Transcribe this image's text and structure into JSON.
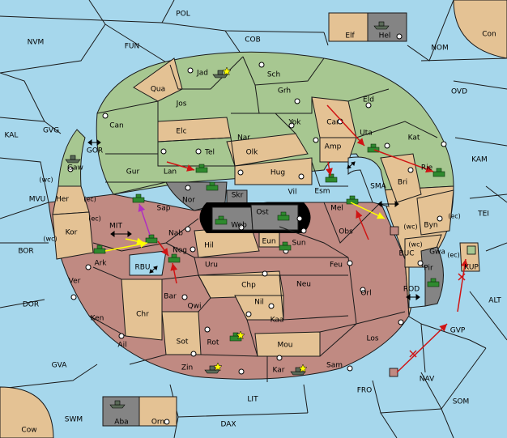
{
  "colors": {
    "sea": "#a6d7ec",
    "green": "#a7c791",
    "tan": "#e4c294",
    "rose": "#c08a82",
    "grey": "#848484",
    "arrow_red": "#d01414",
    "arrow_yellow": "#ffff00",
    "arrow_magenta": "#b030c0"
  },
  "regions": {
    "pol": "POL",
    "nvm": "NVM",
    "fun": "FUN",
    "cob": "COB",
    "nom": "NOM",
    "con": "Con",
    "elf": "Elf",
    "hel": "Hel",
    "ovd": "OVD",
    "kal": "KAL",
    "gvg": "GVG",
    "gor": "GOR",
    "gaw": "Gaw",
    "jad": "Jad",
    "sch": "Sch",
    "qua": "Qua",
    "jos": "Jos",
    "grh": "Grh",
    "eld": "Eld",
    "can": "Can",
    "elc": "Elc",
    "nar": "Nar",
    "yok": "Yok",
    "car": "Car",
    "uta": "Uta",
    "kat": "Kat",
    "kam": "KAM",
    "gur": "Gur",
    "lan": "Lan",
    "tel": "Tel",
    "olk": "Olk",
    "amp": "Amp",
    "hug": "Hug",
    "bri": "Bri",
    "rie": "Rie",
    "esm": "Esm",
    "sma": "SMA",
    "mvu": "MVU",
    "her": "Her",
    "nor": "Nor",
    "skr": "Skr",
    "vil": "Vil",
    "sap": "Sap",
    "ost": "Ost",
    "web": "Web",
    "mel": "Mel",
    "byn": "Byn",
    "tei": "TEI",
    "kor": "Kor",
    "mit": "MIT",
    "nab": "Nab",
    "eun": "Eun",
    "obs": "Obs",
    "hil": "Hil",
    "sun": "Sun",
    "bor": "BOR",
    "ark": "Ark",
    "nog": "Nog",
    "rbu": "RBU",
    "gwa": "Gwa",
    "buc": "BUC",
    "kup": "KUP",
    "uru": "Uru",
    "feu": "Feu",
    "pir": "Pir",
    "ver": "Ver",
    "chp": "Chp",
    "neu": "Neu",
    "orl": "Orl",
    "rod": "ROD",
    "alt": "ALT",
    "dor": "DOR",
    "bar": "Bar",
    "qwi": "Qwi",
    "nil": "Nil",
    "ken": "Ken",
    "chr": "Chr",
    "kaa": "Kaa",
    "gvp": "GVP",
    "ail": "Ail",
    "sot": "Sot",
    "rot": "Rot",
    "mou": "Mou",
    "los": "Los",
    "gva": "GVA",
    "zin": "Zin",
    "kar": "Kar",
    "sam": "Sam",
    "fro": "FRO",
    "nav": "NAV",
    "lit": "LIT",
    "som": "SOM",
    "swm": "SWM",
    "aba": "Aba",
    "orn": "Orn",
    "dax": "DAX",
    "cow": "Cow"
  },
  "coast_labels": [
    "(wc)",
    "(ec)",
    "(ec)",
    "(wc)",
    "(wc)",
    "(ec)",
    "(wc)",
    "(ec)"
  ],
  "units": [
    {
      "type": "fleet",
      "at": "Jad"
    },
    {
      "type": "fleet",
      "at": "Gaw"
    },
    {
      "type": "army",
      "at": "Lan"
    },
    {
      "type": "army",
      "at": "Uta"
    },
    {
      "type": "army",
      "at": "Rie"
    },
    {
      "type": "army",
      "at": "Esm"
    },
    {
      "type": "army",
      "at": "Nor"
    },
    {
      "type": "army",
      "at": "Sap"
    },
    {
      "type": "army",
      "at": "Ost"
    },
    {
      "type": "army",
      "at": "Mel"
    },
    {
      "type": "army",
      "at": "Web"
    },
    {
      "type": "army",
      "at": "Sun"
    },
    {
      "type": "army",
      "at": "Ark"
    },
    {
      "type": "army",
      "at": "Nab"
    },
    {
      "type": "army",
      "at": "Nog"
    },
    {
      "type": "army",
      "at": "Pir"
    },
    {
      "type": "army",
      "at": "Rot"
    },
    {
      "type": "fleet",
      "at": "Zin"
    },
    {
      "type": "fleet",
      "at": "Kar"
    },
    {
      "type": "fleet",
      "at": "Hel"
    },
    {
      "type": "fleet",
      "at": "Aba"
    }
  ]
}
